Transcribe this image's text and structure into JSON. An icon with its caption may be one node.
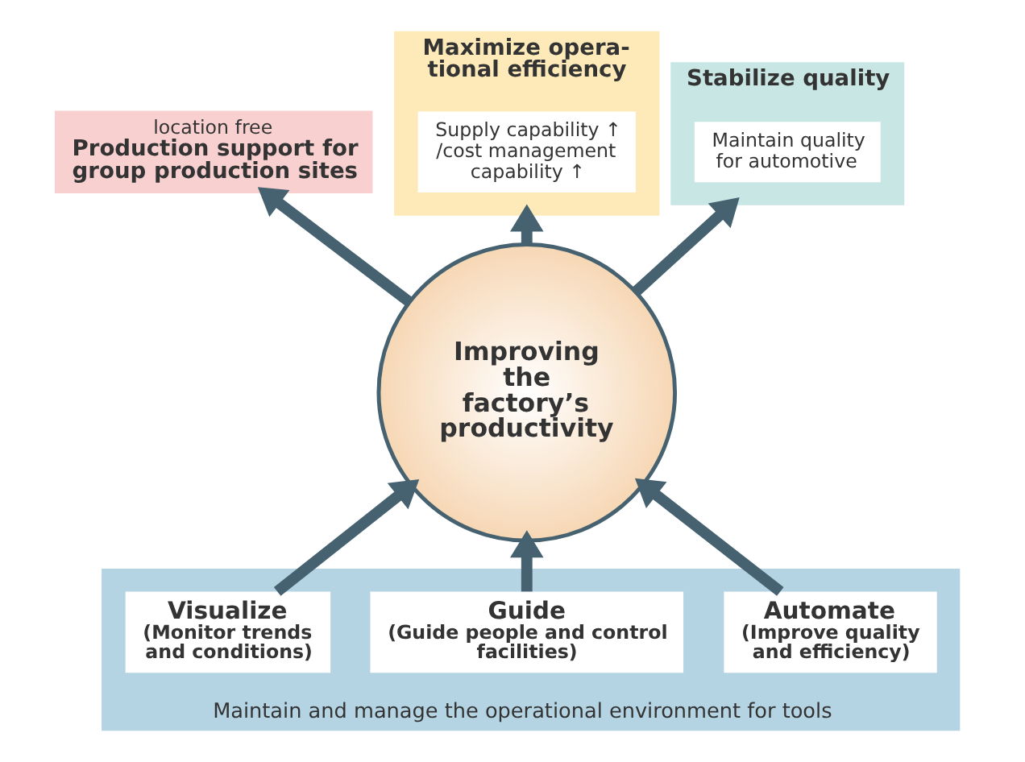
{
  "diagram": {
    "nodes": [
      {
        "text": [
          "location free",
          "Production support for group production sites"
        ]
      },
      {
        "text": [
          "Maximize opera- tional efficiency"
        ]
      },
      {
        "text": [
          "Supply capability ↑ /cost management capability ↑"
        ],
        "in": 1
      },
      {
        "text": [
          "Stabilize quality"
        ]
      },
      {
        "text": [
          "Maintain quality for automotive"
        ],
        "in": 3
      },
      {
        "text": [
          "Improving the factory’s productivity"
        ]
      },
      {
        "text": [
          "Maintain and manage the operational environment for tools"
        ]
      },
      {
        "text": [
          "Automate",
          "(Improve quality and efficiency)"
        ],
        "in": 6
      },
      {
        "text": [
          "Guide",
          "(Guide people and control facilities)"
        ],
        "in": 6
      },
      {
        "text": [
          "Visualize",
          "(Monitor trends and conditions)"
        ],
        "in": 6
      }
    ],
    "edges": [
      {
        "from": 5,
        "to": 0,
        "arrow": "to"
      },
      {
        "from": 5,
        "to": 1,
        "arrow": "to"
      },
      {
        "from": 5,
        "to": 3,
        "arrow": "to"
      },
      {
        "from": 7,
        "to": 5,
        "arrow": "to"
      },
      {
        "from": 8,
        "to": 5,
        "arrow": "to"
      },
      {
        "from": 9,
        "to": 5,
        "arrow": "to"
      }
    ]
  }
}
